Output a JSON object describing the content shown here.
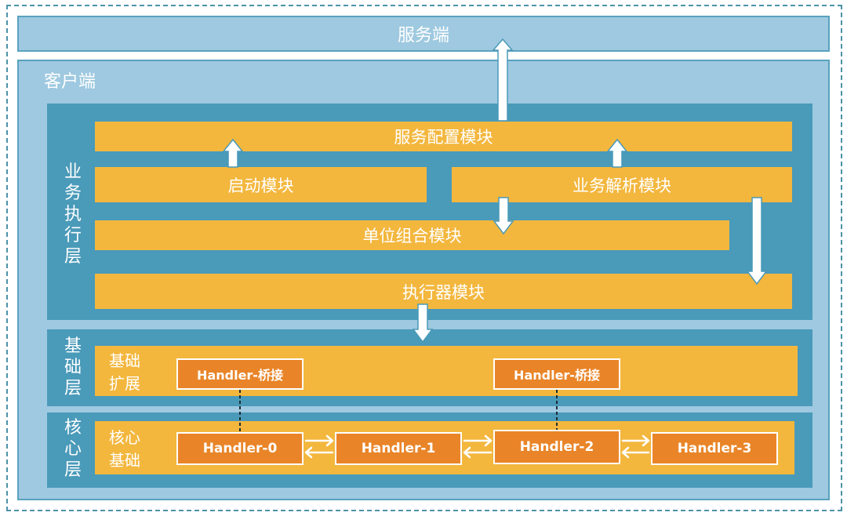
{
  "server": {
    "label": "服务端"
  },
  "client": {
    "label": "客户端"
  },
  "layers": {
    "business": {
      "label": "业务执行层"
    },
    "base": {
      "label": "基础层",
      "sub_label": "基础扩展"
    },
    "core": {
      "label": "核心层",
      "sub_label": "核心基础"
    }
  },
  "modules": {
    "service_config": "服务配置模块",
    "startup": "启动模块",
    "business_parse": "业务解析模块",
    "unit_combo": "单位组合模块",
    "executor": "执行器模块"
  },
  "handlers": {
    "bridge_left": "Handler-桥接",
    "bridge_right": "Handler-桥接",
    "h0": "Handler-0",
    "h1": "Handler-1",
    "h2": "Handler-2",
    "h3": "Handler-3"
  },
  "colors": {
    "layer_blue": "#4a9ab9",
    "light_blue": "#9ec9e0",
    "module_yellow": "#f3b73e",
    "handler_orange": "#e98528"
  }
}
